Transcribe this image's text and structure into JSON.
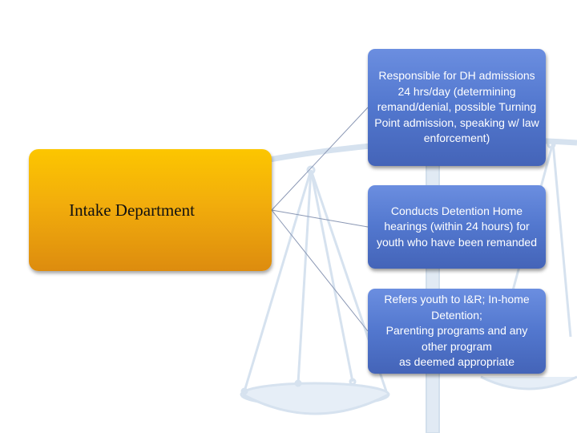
{
  "diagram": {
    "root": {
      "label": "Intake Department"
    },
    "children": [
      {
        "text": "Responsible for DH admissions 24 hrs/day (determining remand/denial, possible Turning Point admission, speaking w/ law enforcement)"
      },
      {
        "text": "Conducts Detention Home hearings (within 24 hours) for youth who have been remanded"
      },
      {
        "text": "Refers youth to I&R; In-home Detention;\nParenting programs and any other program\nas deemed appropriate"
      }
    ]
  },
  "background": {
    "watermark_icon": "scales-of-justice-icon",
    "watermark_color": "#dce6f1"
  },
  "colors": {
    "root_fill": "#f2ad0c",
    "child_fill": "#5277ce",
    "connector": "#8a97b4"
  }
}
